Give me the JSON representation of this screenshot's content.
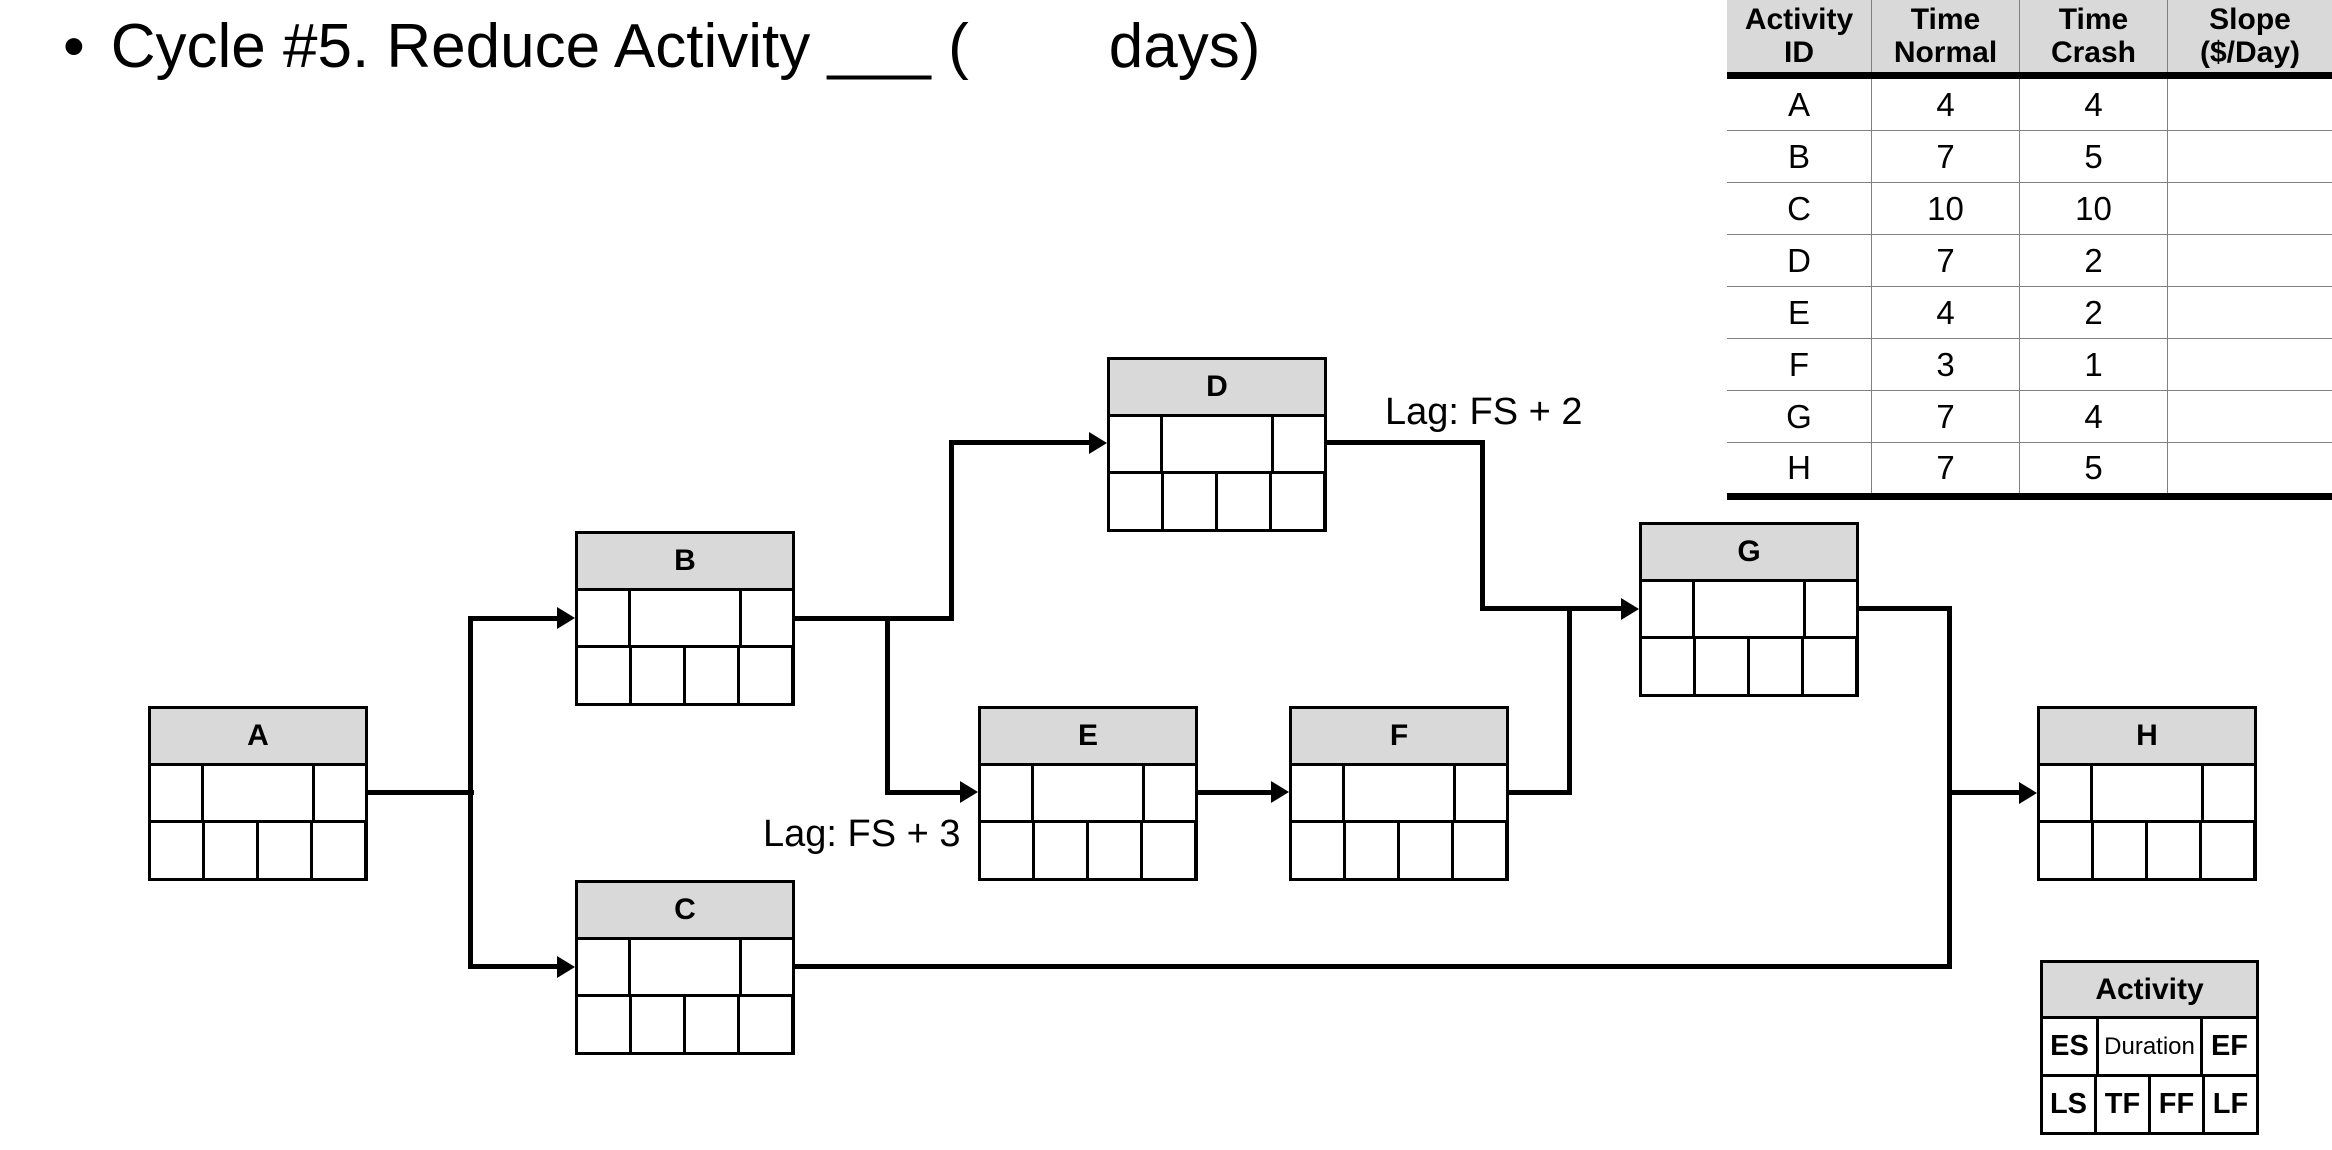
{
  "slide": {
    "bullet": "•",
    "title_prefix": "Cycle #5. Reduce Activity ___ (",
    "title_suffix": "days)"
  },
  "crash_table": {
    "headers": [
      {
        "line1": "Activity",
        "line2": "ID"
      },
      {
        "line1": "Time",
        "line2": "Normal"
      },
      {
        "line1": "Time",
        "line2": "Crash"
      },
      {
        "line1": "Slope",
        "line2": "($/Day)"
      }
    ],
    "rows": [
      {
        "id": "A",
        "normal": "4",
        "crash": "4",
        "slope": ""
      },
      {
        "id": "B",
        "normal": "7",
        "crash": "5",
        "slope": ""
      },
      {
        "id": "C",
        "normal": "10",
        "crash": "10",
        "slope": ""
      },
      {
        "id": "D",
        "normal": "7",
        "crash": "2",
        "slope": ""
      },
      {
        "id": "E",
        "normal": "4",
        "crash": "2",
        "slope": ""
      },
      {
        "id": "F",
        "normal": "3",
        "crash": "1",
        "slope": ""
      },
      {
        "id": "G",
        "normal": "7",
        "crash": "4",
        "slope": ""
      },
      {
        "id": "H",
        "normal": "7",
        "crash": "5",
        "slope": ""
      }
    ]
  },
  "diagram": {
    "nodes": {
      "a": {
        "label": "A"
      },
      "b": {
        "label": "B"
      },
      "c": {
        "label": "C"
      },
      "d": {
        "label": "D"
      },
      "e": {
        "label": "E"
      },
      "f": {
        "label": "F"
      },
      "g": {
        "label": "G"
      },
      "h": {
        "label": "H"
      }
    },
    "lag_labels": {
      "d_to_g": "Lag: FS + 2",
      "b_to_e": "Lag: FS + 3"
    }
  },
  "legend": {
    "title": "Activity",
    "cells_mid": [
      "ES",
      "Duration",
      "EF"
    ],
    "cells_bottom": [
      "LS",
      "TF",
      "FF",
      "LF"
    ]
  },
  "colors": {
    "background": "#ffffff",
    "line": "#000000",
    "node_header_fill": "#d9d9d9",
    "table_header_fill": "#d9d9d9",
    "thin_rule": "#808080"
  }
}
